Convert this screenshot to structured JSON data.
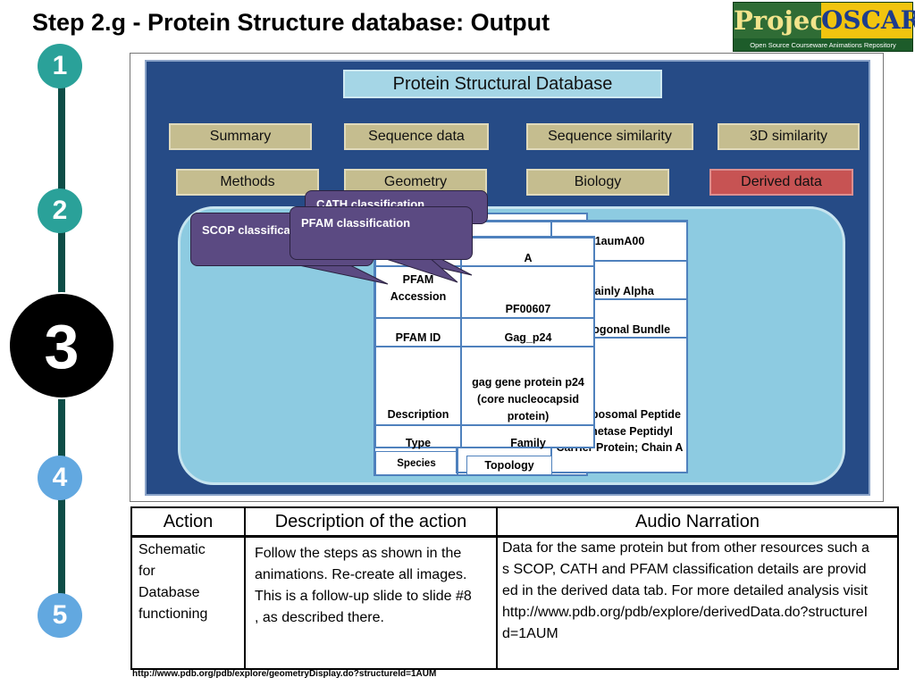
{
  "title": "Step 2.g - Protein Structure database: Output",
  "logo": {
    "word1": "Project",
    "word2": "OSCAR",
    "subtitle": "Open Source Courseware Animations Repository"
  },
  "steps": [
    "1",
    "2",
    "3",
    "4",
    "5"
  ],
  "db": {
    "title": "Protein Structural Database",
    "tabs_row1": [
      "Summary",
      "Sequence data",
      "Sequence similarity",
      "3D similarity"
    ],
    "tabs_row2": [
      "Methods",
      "Geometry",
      "Biology",
      "Derived data"
    ]
  },
  "callouts": {
    "scop": "SCOP classification",
    "cath": "CATH classification",
    "pfam": "PFAM classification"
  },
  "cath_table": {
    "domain_id": "1aumA00",
    "class": "Mainly Alpha",
    "architecture": "Orthogonal Bundle",
    "homology": "Non-ribosomal Peptide Synthetase Peptidyl Carrier Protein; Chain A",
    "topology_label": "Topology"
  },
  "scop_table": {
    "species_label": "Species"
  },
  "pfam_table": {
    "chain": "A",
    "accession_label": "PFAM Accession",
    "accession": "PF00607",
    "id_label": "PFAM ID",
    "id": "Gag_p24",
    "description_label": "Description",
    "description": "gag gene protein p24 (core nucleocapsid protein)",
    "type_label": "Type",
    "type": "Family"
  },
  "bottom_table": {
    "headers": [
      "Action",
      "Description of the action",
      "Audio Narration"
    ],
    "action": "Schematic for Database functioning",
    "description": "Follow the steps as shown in the animations. Re-create all images. This is a follow-up slide to slide #8 , as described there.",
    "narration": "Data  for the same protein but from other resources such as SCOP, CATH and PFAM classification details are provided in the derived data tab. For more detailed analysis visit http://www.pdb.org/pdb/explore/derivedData.do?structureId=1AUM"
  },
  "footer_url": "http://www.pdb.org/pdb/explore/geometryDisplay.do?structureId=1AUM"
}
